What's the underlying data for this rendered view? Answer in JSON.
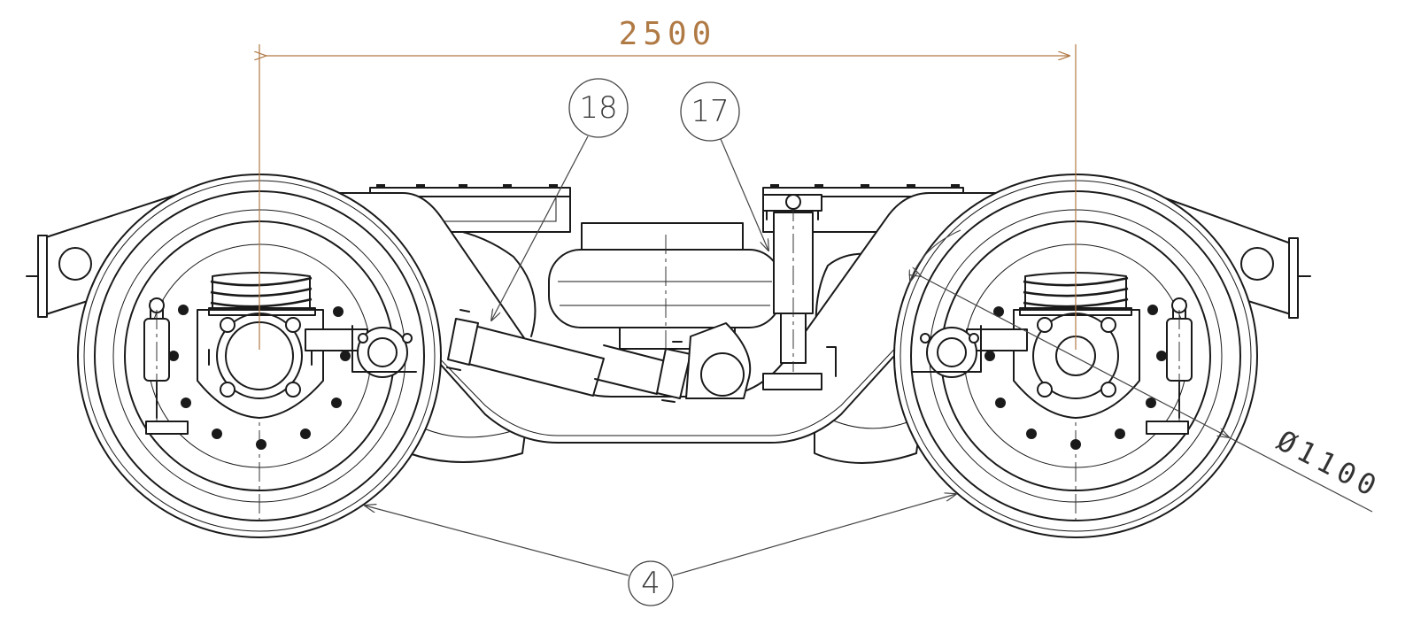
{
  "dimensions": {
    "wheelbase": {
      "text": "2500",
      "color": "#b07a45"
    },
    "wheel_diameter": {
      "text": "Ø1100",
      "color": "#333333"
    }
  },
  "callouts": [
    {
      "id": "balloon-18",
      "label": "18"
    },
    {
      "id": "balloon-17",
      "label": "17"
    },
    {
      "id": "balloon-4",
      "label": "4"
    }
  ],
  "icons": {
    "wheel": "wheel-icon",
    "coil_spring": "coil-spring-icon",
    "air_spring": "air-spring-icon",
    "damper": "damper-icon"
  },
  "colors": {
    "line": "#1a1a1a",
    "dimension": "#b07a45",
    "leader": "#444444",
    "background": "#ffffff"
  }
}
